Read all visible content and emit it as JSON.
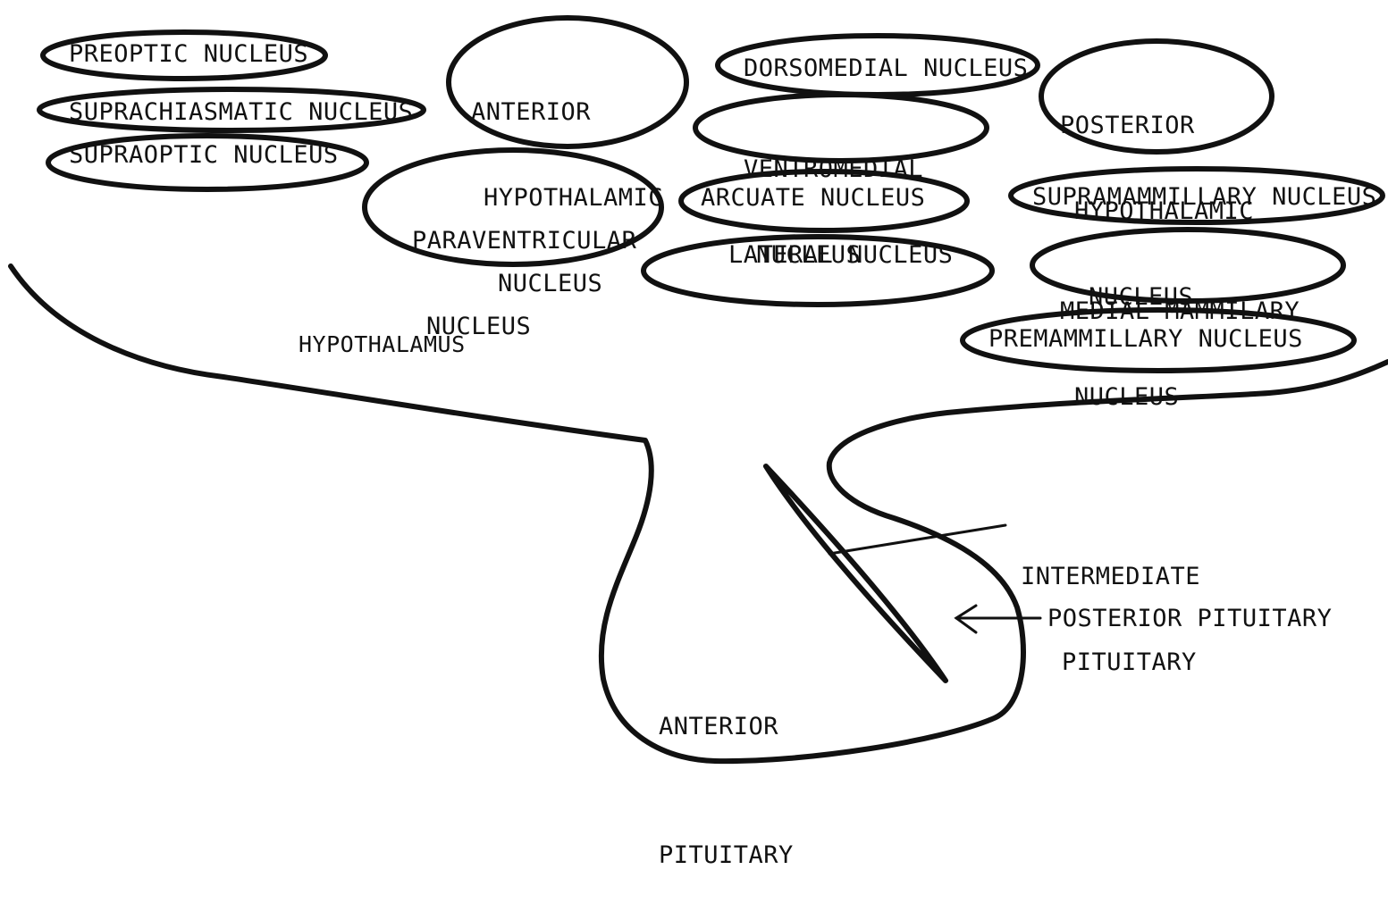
{
  "nuclei": {
    "preoptic": "PREOPTIC NUCLEUS",
    "suprachiasmatic": "SUPRACHIASMATIC NUCLEUS",
    "supraoptic": "SUPRAOPTIC NUCLEUS",
    "anterior_hypothalamic": [
      "ANTERIOR",
      "HYPOTHALAMIC",
      "NUCLEUS"
    ],
    "paraventricular": [
      "PARAVENTRICULAR",
      "NUCLEUS"
    ],
    "dorsomedial": "DORSOMEDIAL NUCLEUS",
    "ventromedial": [
      "VENTROMEDIAL",
      "NUCLEUS"
    ],
    "arcuate": "ARCUATE NUCLEUS",
    "lateral": "LATERAL NUCLEUS",
    "posterior_hypothalamic": [
      "POSTERIOR",
      "HYPOTHALAMIC",
      "NUCLEUS"
    ],
    "supramammillary": "SUPRAMAMMILLARY NUCLEUS",
    "medial_mammilary": [
      "MEDIAL MAMMILARY",
      "NUCLEUS"
    ],
    "premammillary": "PREMAMMILLARY NUCLEUS"
  },
  "regions": {
    "hypothalamus": "HYPOTHALAMUS",
    "anterior_pituitary": [
      "ANTERIOR",
      "PITUITARY"
    ],
    "intermediate_pituitary": [
      "INTERMEDIATE",
      "PITUITARY"
    ],
    "posterior_pituitary": "POSTERIOR PITUITARY"
  },
  "colors": {
    "ink": "#111111",
    "background": "#ffffff"
  }
}
